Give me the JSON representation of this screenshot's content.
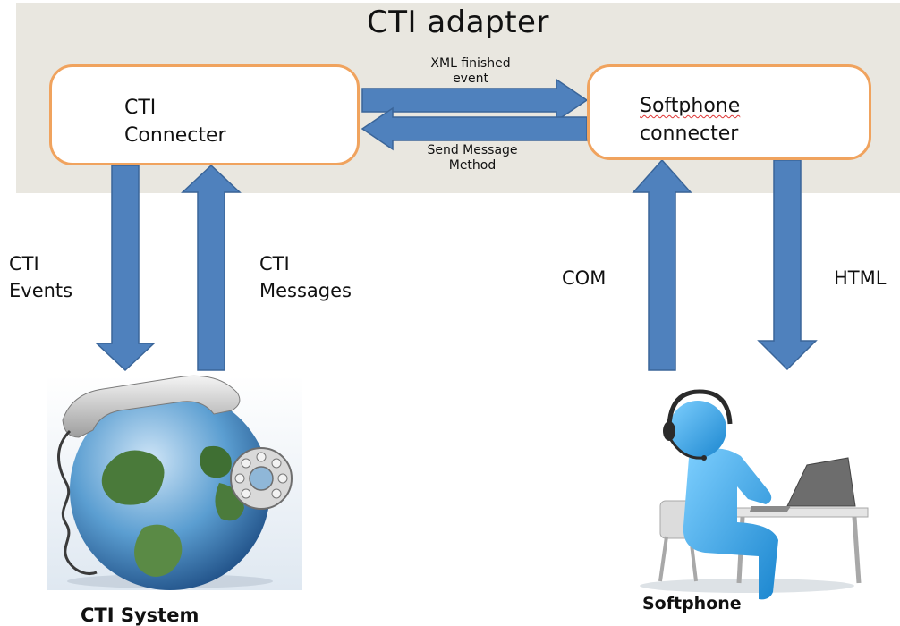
{
  "adapter": {
    "title": "CTI adapter"
  },
  "nodes": {
    "cti_connector": {
      "line1": "CTI",
      "line2": "Connecter"
    },
    "softphone_connector": {
      "line1": "Softphone",
      "line2": "connecter"
    }
  },
  "edges": {
    "xml_finished": {
      "line1": "XML finished",
      "line2": "event"
    },
    "send_message": {
      "line1": "Send Message",
      "line2": "Method"
    },
    "cti_events": {
      "line1": "CTI",
      "line2": "Events"
    },
    "cti_messages": {
      "line1": "CTI",
      "line2": "Messages"
    },
    "com": {
      "label": "COM"
    },
    "html": {
      "label": "HTML"
    }
  },
  "captions": {
    "cti_system": "CTI System",
    "softphone": "Softphone"
  },
  "colors": {
    "adapter_bg": "#e9e7e0",
    "node_border": "#f0a35e",
    "arrow_fill": "#4f81bd",
    "arrow_stroke": "#3a6599"
  },
  "icons": {
    "cti_system": "globe-telephone-icon",
    "softphone": "agent-headset-laptop-icon"
  }
}
